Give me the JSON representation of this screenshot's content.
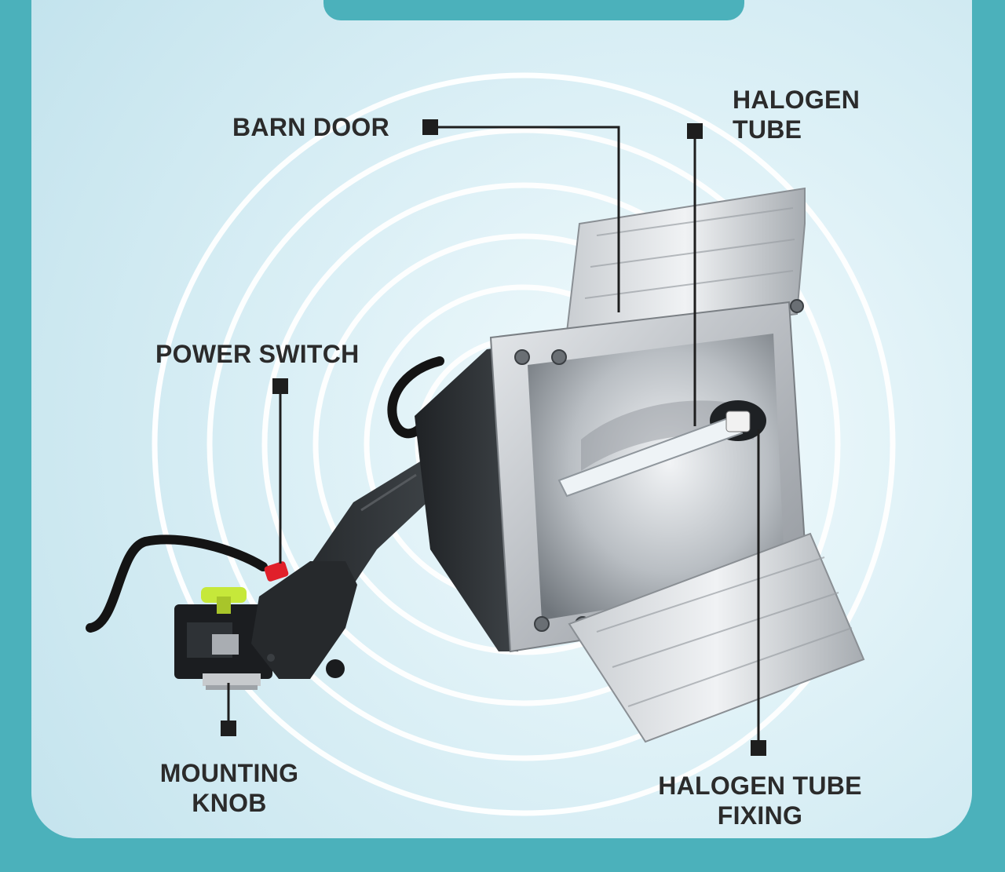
{
  "colors": {
    "background": "#4bb1bb",
    "panel": "#dcf0f6",
    "label_text": "#2b2b2b",
    "leader_line": "#1e1e1e",
    "switch_red": "#e0202a",
    "knob_yellow": "#c6e83a"
  },
  "labels": {
    "barn_door": "BARN DOOR",
    "halogen_tube_line1": "HALOGEN",
    "halogen_tube_line2": "TUBE",
    "power_switch": "POWER SWITCH",
    "mounting_knob_line1": "MOUNTING",
    "mounting_knob_line2": "KNOB",
    "halogen_tube_fixing_line1": "HALOGEN TUBE",
    "halogen_tube_fixing_line2": "FIXING"
  }
}
